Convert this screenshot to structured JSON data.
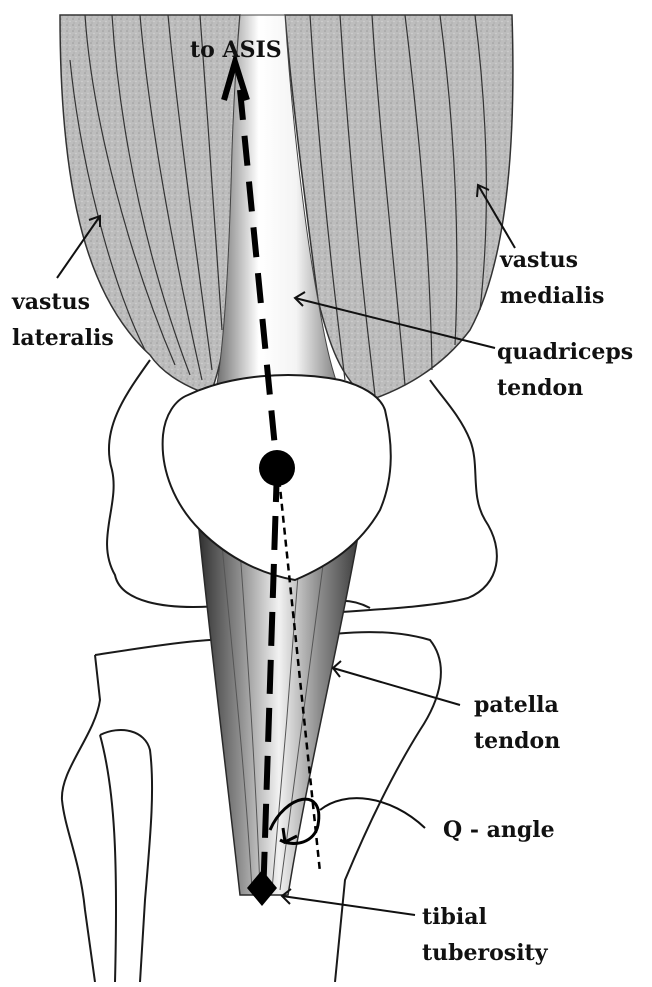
{
  "diagram": {
    "labels": {
      "to_asis": "to ASIS",
      "vastus_lateralis": [
        "vastus",
        "lateralis"
      ],
      "vastus_medialis": [
        "vastus",
        "medialis"
      ],
      "quadriceps_tendon": [
        "quadriceps",
        "tendon"
      ],
      "patella_tendon": [
        "patella",
        "tendon"
      ],
      "q_angle": "Q - angle",
      "tibial_tuberosity": [
        "tibial",
        "tuberosity"
      ]
    },
    "colors": {
      "muscle_fill": "#b9b9b9",
      "outline": "#1a1a1a",
      "axis_line": "#000000",
      "background": "#ffffff"
    }
  }
}
